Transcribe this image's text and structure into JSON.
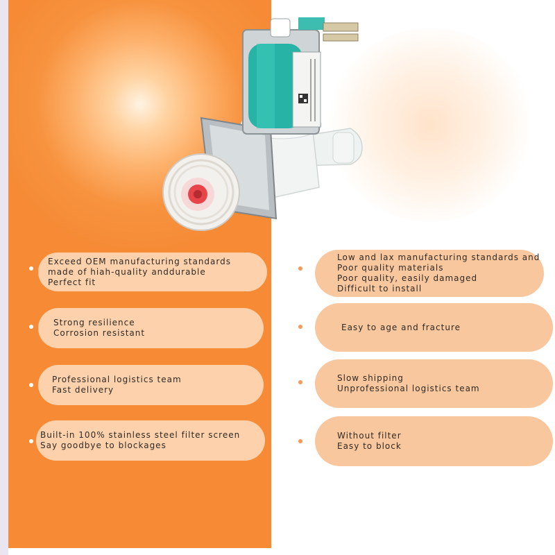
{
  "left_items": [
    {
      "lines": [
        "Exceed OEM manufacturing standards",
        "made of hiah-quality anddurable",
        "Perfect fit"
      ]
    },
    {
      "lines": [
        "Strong resilience",
        "Corrosion resistant"
      ]
    },
    {
      "lines": [
        "Professional logistics team",
        "Fast delivery"
      ]
    },
    {
      "lines": [
        "Built-in 100% stainless steel filter screen",
        "Say goodbye to blockages"
      ]
    }
  ],
  "right_items": [
    {
      "lines": [
        "Low and lax manufacturing standards and",
        "Poor quality materials",
        "Poor quality, easily damaged",
        "Difficult to install"
      ]
    },
    {
      "lines": [
        "Easy to age and fracture"
      ]
    },
    {
      "lines": [
        "Slow shipping",
        "Unprofessional logistics team"
      ]
    },
    {
      "lines": [
        "Without filter",
        "Easy to block"
      ]
    }
  ],
  "colors": {
    "left_panel": "#f68a35",
    "left_pill": "#fcd1ab",
    "right_pill": "#f9c79d",
    "coil": "#27b3a6"
  },
  "icons": {
    "product": "water-inlet-valve-icon",
    "bullet_left": "bullet-dot-icon",
    "bullet_right": "bullet-dot-icon"
  }
}
